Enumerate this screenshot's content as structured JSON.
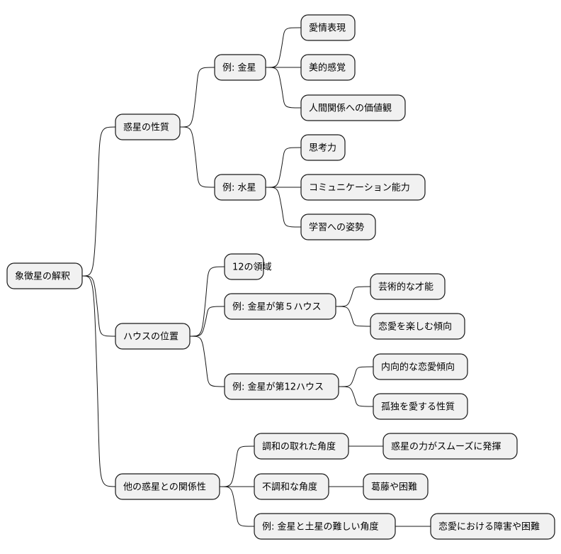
{
  "root": {
    "label": "象徴星の解釈",
    "children": [
      {
        "label": "惑星の性質",
        "children": [
          {
            "label": "例: 金星",
            "children": [
              {
                "label": "愛情表現"
              },
              {
                "label": "美的感覚"
              },
              {
                "label": "人間関係への価値観"
              }
            ]
          },
          {
            "label": "例: 水星",
            "children": [
              {
                "label": "思考力"
              },
              {
                "label": "コミュニケーション能力"
              },
              {
                "label": "学習への姿勢"
              }
            ]
          }
        ]
      },
      {
        "label": "ハウスの位置",
        "children": [
          {
            "label": "12の領域"
          },
          {
            "label": "例: 金星が第５ハウス",
            "children": [
              {
                "label": "芸術的な才能"
              },
              {
                "label": "恋愛を楽しむ傾向"
              }
            ]
          },
          {
            "label": "例: 金星が第12ハウス",
            "children": [
              {
                "label": "内向的な恋愛傾向"
              },
              {
                "label": "孤独を愛する性質"
              }
            ]
          }
        ]
      },
      {
        "label": "他の惑星との関係性",
        "children": [
          {
            "label": "調和の取れた角度",
            "children": [
              {
                "label": "惑星の力がスムーズに発揮"
              }
            ]
          },
          {
            "label": "不調和な角度",
            "children": [
              {
                "label": "葛藤や困難"
              }
            ]
          },
          {
            "label": "例: 金星と土星の難しい角度",
            "children": [
              {
                "label": "恋愛における障害や困難"
              }
            ]
          }
        ]
      }
    ]
  }
}
